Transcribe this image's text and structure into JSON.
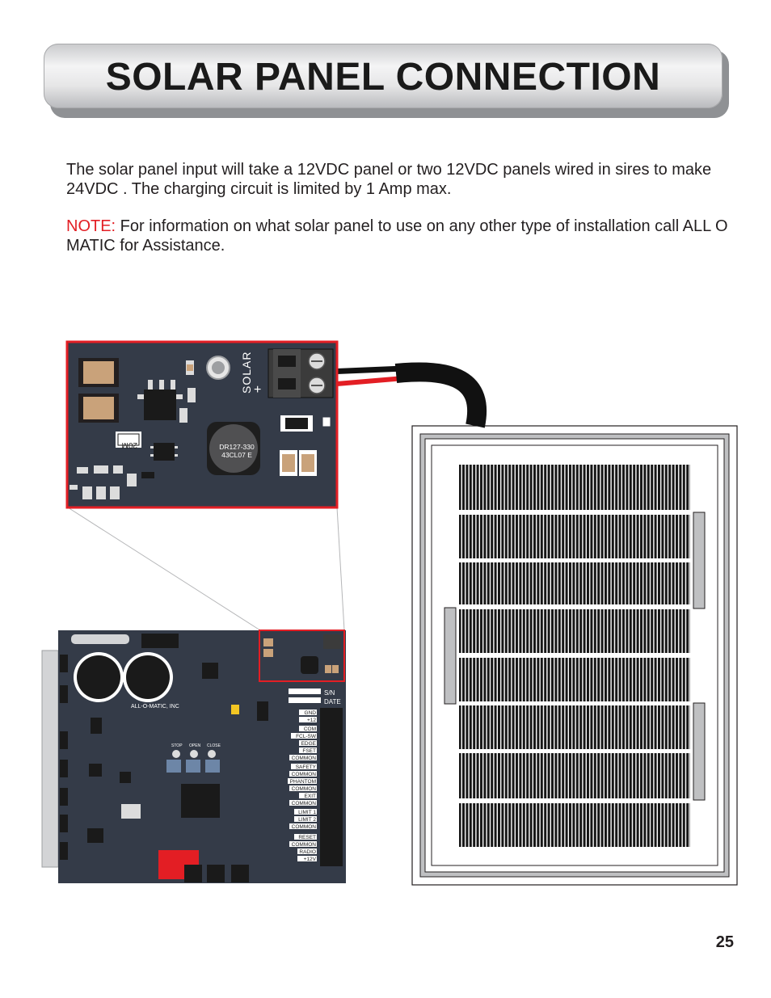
{
  "header": {
    "title": "SOLAR PANEL CONNECTION"
  },
  "body": {
    "paragraph1": "The solar panel input will take a 12VDC panel or two 12VDC panels wired in sires to make 24VDC . The charging circuit is limited by 1 Amp max.",
    "note_label": "NOTE:",
    "note_text": " For information on what solar panel to use on any other type of installation call ALL O MATIC for Assistance."
  },
  "zoom_detail": {
    "terminal_label": "SOLAR",
    "plus_sign": "+",
    "resistor_label": "20M",
    "inductor_line1": "DR127-330",
    "inductor_line2": "43CL07 E"
  },
  "board": {
    "maker": "ALL-O-MATIC, INC",
    "terminals": [
      "GND",
      "+12",
      "COM",
      "FCL-SW",
      "EDGE",
      "FSET",
      "COMMON",
      "SAFETY",
      "COMMON",
      "PHANTOM",
      "COMMON",
      "EXIT",
      "COMMON",
      "LIMIT 1",
      "LIMIT 2",
      "COMMON",
      "RESET",
      "COMMON",
      "RADIO",
      "+12V"
    ],
    "buttons": [
      "STOP",
      "OPEN",
      "CLOSE"
    ],
    "serial_label": "S/N",
    "date_label": "DATE"
  },
  "page": {
    "number": "25"
  },
  "colors": {
    "pcb": "#343b48",
    "highlight": "#e31e24",
    "note": "#e31e24"
  }
}
